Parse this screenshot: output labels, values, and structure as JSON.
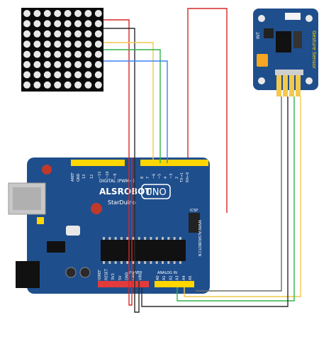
{
  "matrix": {
    "rows": 8,
    "cols": 8
  },
  "sensor": {
    "title": "Gesture Sensor",
    "pin_label": "INT",
    "led_color": "#f5a623"
  },
  "board": {
    "brand": "ALSROBOT",
    "model": "StarDuino",
    "logo": "UNO",
    "digital_header_label": "DIGITAL (PWM~)",
    "analog_header_label": "ANALOG IN",
    "power_header_label": "POWER",
    "aref_label": "AREF",
    "gnd_label": "GND",
    "tx_label": "TX→1",
    "rx_label": "RX←0",
    "digital_pins": [
      "13",
      "12",
      "~11",
      "~10",
      "~9",
      "8",
      "7",
      "~6",
      "~5",
      "4",
      "~3",
      "2"
    ],
    "analog_pins": [
      "A0",
      "A1",
      "A2",
      "A3",
      "A4",
      "A5"
    ],
    "power_pins": [
      "IOREF",
      "RESET",
      "3V3",
      "5V",
      "GND",
      "GND",
      "VIN"
    ],
    "side_text": "WWW.ALSROBOT.CN",
    "icsp_label": "ICSP",
    "colors": {
      "pcb": "#1f4e8c",
      "header": "#ffd600",
      "power_header": "#e23b3b"
    }
  },
  "wires": {
    "colors": {
      "red": "#d62828",
      "black": "#2b2b2b",
      "yellow": "#f2c94c",
      "green": "#2fb24a",
      "blue": "#3b82f6"
    }
  }
}
